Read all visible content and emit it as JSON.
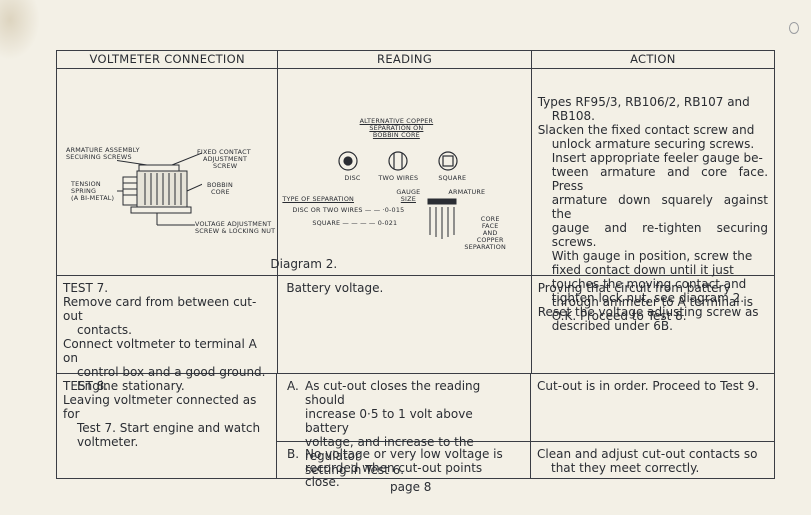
{
  "header": {
    "col1": "VOLTMETER CONNECTION",
    "col2": "READING",
    "col3": "ACTION"
  },
  "diagram_left": {
    "armature_assembly": [
      "ARMATURE ASSEMBLY",
      "SECURING SCREWS"
    ],
    "fixed_contact": [
      "FIXED CONTACT",
      "ADJUSTMENT",
      "SCREW"
    ],
    "tension_spring": [
      "TENSION",
      "SPRING",
      "(A BI-METAL)"
    ],
    "bobbin_core": [
      "BOBBIN",
      "CORE"
    ],
    "voltage_adjust": [
      "VOLTAGE ADJUSTMENT",
      "SCREW & LOCKING NUT"
    ]
  },
  "diagram_mid": {
    "title": [
      "ALTERNATIVE COPPER",
      "SEPARATION ON",
      "BOBBIN CORE"
    ],
    "disc": "DISC",
    "two_wires": "TWO WIRES",
    "square": "SQUARE",
    "type_sep": "TYPE OF SEPARATION",
    "gauge_size": [
      "GAUGE",
      "SIZE"
    ],
    "armature": "ARMATURE",
    "disc_row": "DISC OR TWO WIRES — — ·0-015",
    "square_row": "SQUARE — — — — 0-021",
    "core_face": [
      "CORE",
      "FACE",
      "AND",
      "COPPER",
      "SEPARATION"
    ],
    "caption": "Diagram 2."
  },
  "action1": [
    "Types RF95/3, RB106/2, RB107 and",
    "RB108.",
    "Slacken the fixed contact screw and",
    "unlock armature securing screws.",
    "Insert appropriate feeler gauge be-",
    "tween armature and core face. Press",
    "armature down squarely against the",
    "gauge and re-tighten securing screws.",
    "With gauge in position, screw the",
    "fixed contact down until it just",
    "touches the moving contact and",
    "tighten lock nut, see diagram 2.",
    "Reset the voltage adjusting screw as",
    "described under 6B."
  ],
  "test7": {
    "conn": [
      "TEST 7.",
      "Remove card from between cut-out",
      "contacts.",
      "Connect voltmeter to terminal A on",
      "control box and a good ground.",
      "Engine stationary."
    ],
    "reading": "Battery voltage.",
    "action": [
      "Proving that circuit from battery",
      "through ammeter to A terminal is",
      "O.K. Proceed to Test 8."
    ]
  },
  "test8": {
    "conn": [
      "TEST 8.",
      "Leaving voltmeter connected as for",
      "Test 7. Start engine and watch",
      "voltmeter."
    ],
    "readA_letter": "A.",
    "readA": [
      "As cut-out closes the reading should",
      "increase 0·5 to 1 volt above battery",
      "voltage, and increase to the regulator",
      "setting in Test 6."
    ],
    "actionA": "Cut-out is in order. Proceed to Test 9.",
    "readB_letter": "B.",
    "readB": [
      "No voltage or very low voltage is",
      "recorded when cut-out points close."
    ],
    "actionB": [
      "Clean and adjust cut-out contacts so",
      "that they meet correctly."
    ]
  },
  "footer": {
    "page": "page 8"
  }
}
